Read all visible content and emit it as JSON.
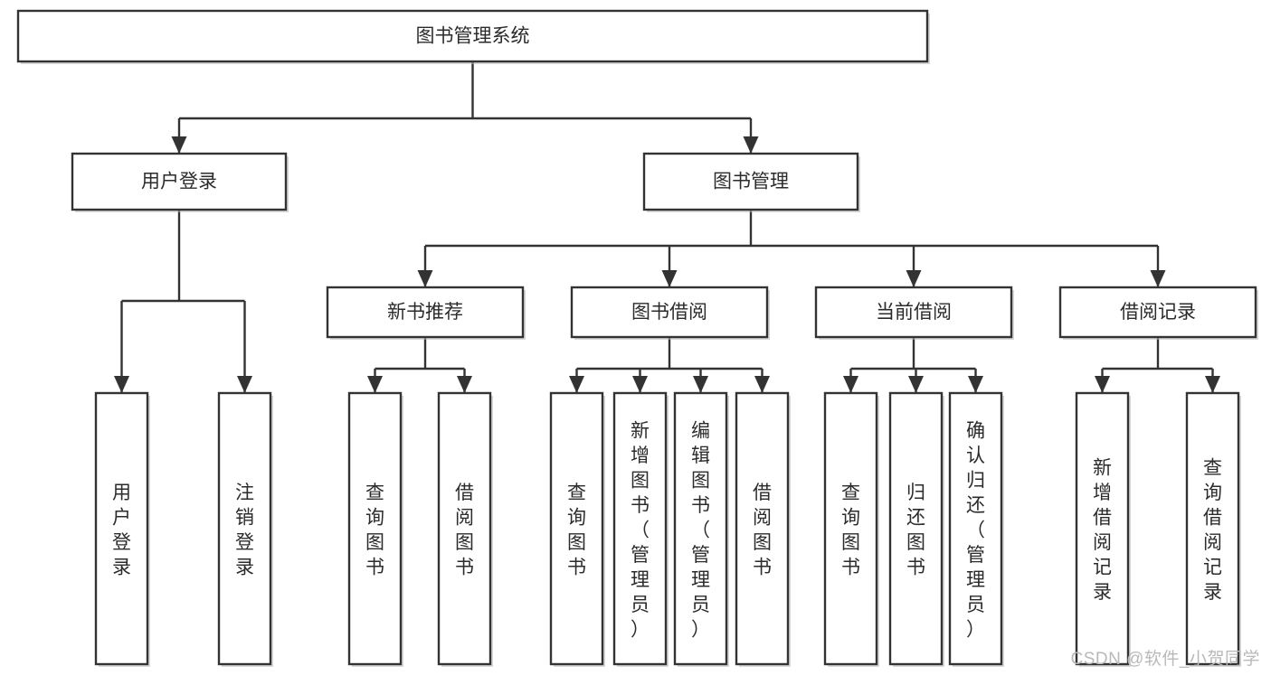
{
  "diagram": {
    "title": "图书管理系统",
    "type": "tree-hierarchy-diagram",
    "colors": {
      "box_stroke": "#333333",
      "box_fill": "#ffffff",
      "text": "#2b2b2b",
      "connector": "#333333",
      "watermark": "#b9b9b9",
      "background": "#ffffff"
    },
    "root": {
      "label": "图书管理系统",
      "orientation": "horizontal"
    },
    "level2": [
      {
        "label": "用户登录",
        "orientation": "horizontal"
      },
      {
        "label": "图书管理",
        "orientation": "horizontal"
      }
    ],
    "level3": [
      {
        "label": "新书推荐",
        "orientation": "horizontal"
      },
      {
        "label": "图书借阅",
        "orientation": "horizontal"
      },
      {
        "label": "当前借阅",
        "orientation": "horizontal"
      },
      {
        "label": "借阅记录",
        "orientation": "horizontal"
      }
    ],
    "leaves": {
      "user_login": [
        {
          "label": "用户登录",
          "orientation": "vertical"
        },
        {
          "label": "注销登录",
          "orientation": "vertical"
        }
      ],
      "new_book_recommend": [
        {
          "label": "查询图书",
          "orientation": "vertical"
        },
        {
          "label": "借阅图书",
          "orientation": "vertical"
        }
      ],
      "book_borrow": [
        {
          "label": "查询图书",
          "orientation": "vertical"
        },
        {
          "label": "新增图书（管理员）",
          "orientation": "vertical"
        },
        {
          "label": "编辑图书（管理员）",
          "orientation": "vertical"
        },
        {
          "label": "借阅图书",
          "orientation": "vertical"
        }
      ],
      "current_borrow": [
        {
          "label": "查询图书",
          "orientation": "vertical"
        },
        {
          "label": "归还图书",
          "orientation": "vertical"
        },
        {
          "label": "确认归还（管理员）",
          "orientation": "vertical"
        }
      ],
      "borrow_record": [
        {
          "label": "新增借阅记录",
          "orientation": "vertical"
        },
        {
          "label": "查询借阅记录",
          "orientation": "vertical"
        }
      ]
    }
  },
  "watermark": {
    "text": "CSDN @软件_小贺同学"
  }
}
